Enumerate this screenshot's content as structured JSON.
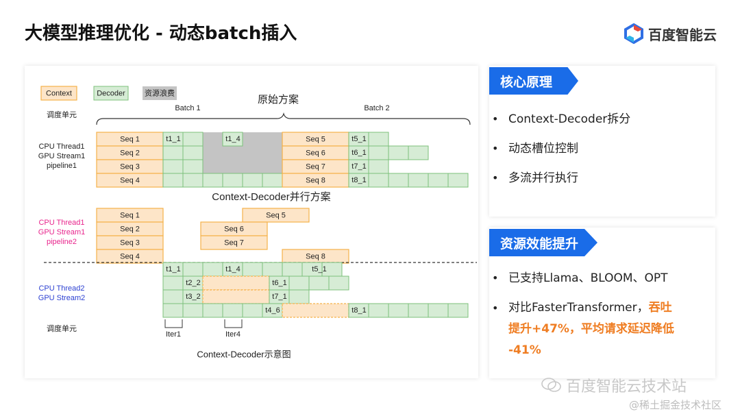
{
  "header": {
    "title": "大模型推理优化 - 动态batch插入",
    "logo_text": "百度智能云"
  },
  "diagram": {
    "legend": {
      "context": "Context",
      "decoder": "Decoder",
      "waste": "资源浪费"
    },
    "top_title": "原始方案",
    "batch1": "Batch 1",
    "batch2": "Batch 2",
    "unit_label": "调度单元",
    "pipe1": [
      "CPU Thread1",
      "GPU Stream1",
      "pipeline1"
    ],
    "seqs_a": [
      "Seq 1",
      "Seq 2",
      "Seq 3",
      "Seq 4"
    ],
    "seqs_b": [
      "Seq 5",
      "Seq 6",
      "Seq 7",
      "Seq 8"
    ],
    "top_t": {
      "t1_1": "t1_1",
      "t1_4": "t1_4",
      "t5_1": "t5_1",
      "t6_1": "t6_1",
      "t7_1": "t7_1",
      "t8_1": "t8_1"
    },
    "mid_title": "Context-Decoder并行方案",
    "pipe2": [
      "CPU Thread1",
      "GPU Stream1",
      "pipeline2"
    ],
    "stream2": [
      "CPU Thread2",
      "GPU Stream2"
    ],
    "bottom_t": {
      "t1_1": "t1_1",
      "t1_4": "t1_4",
      "t5_1": "t5_1",
      "t2_2": "t2_2",
      "t6_1": "t6_1",
      "t3_2": "t3_2",
      "t7_1": "t7_1",
      "t4_6": "t4_6",
      "t8_1": "t8_1"
    },
    "iter1": "Iter1",
    "iter4": "Iter4",
    "caption": "Context-Decoder示意图",
    "colors": {
      "context_fill": "#fde5c8",
      "context_stroke": "#f5b24a",
      "decoder_fill": "#d6ecd5",
      "decoder_stroke": "#7cc07a",
      "waste_fill": "#c4c4c4",
      "pink": "#e8248c",
      "blue": "#2b3fd1"
    }
  },
  "core": {
    "tag": "核心原理",
    "items": [
      "Context-Decoder拆分",
      "动态槽位控制",
      "多流并行执行"
    ]
  },
  "gain": {
    "tag": "资源效能提升",
    "item1": "已支持Llama、BLOOM、OPT",
    "item2_prefix": "对比FasterTransformer，",
    "item2_hl_a": "吞吐",
    "item2_hl_b": "提升+47%，平均请求延迟降低",
    "item2_hl_c": "-41%"
  },
  "watermark": {
    "wechat": "百度智能云技术站",
    "juejin": "@稀土掘金技术社区"
  }
}
